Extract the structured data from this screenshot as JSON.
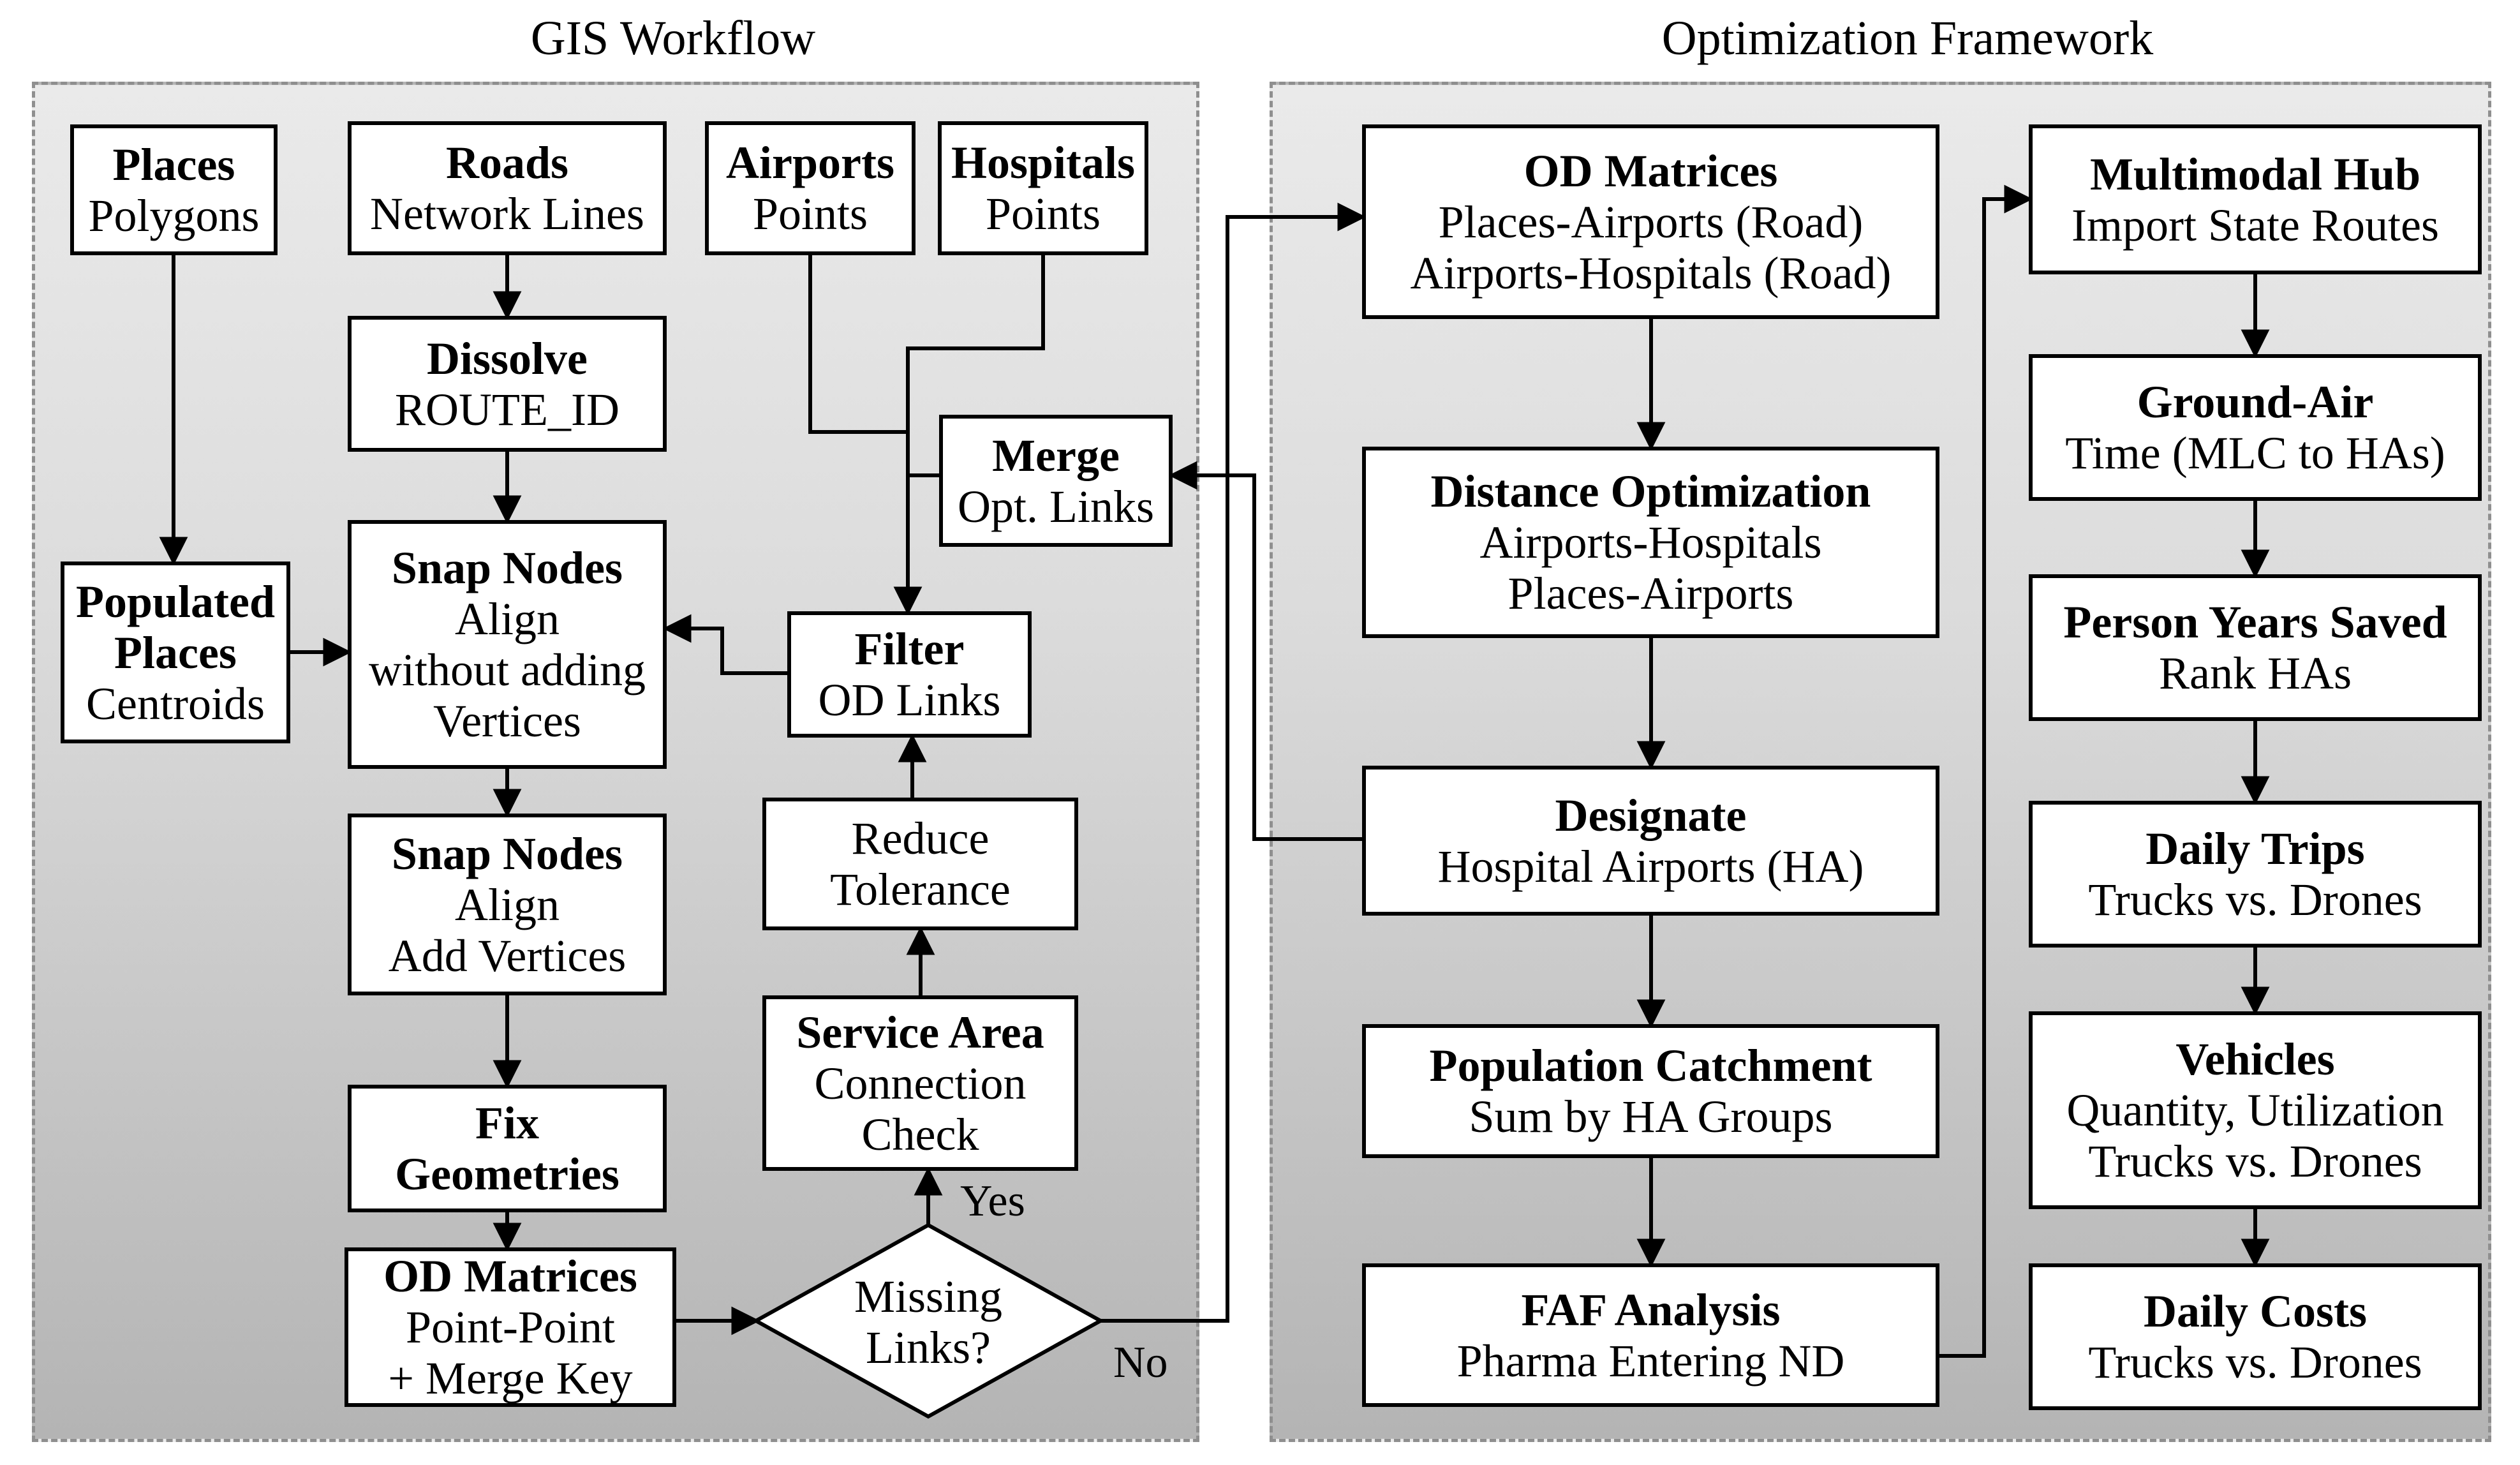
{
  "colors": {
    "line": "#000000",
    "box_border": "#000000",
    "box_bg": "#ffffff",
    "panel_border": "#8f8f8f",
    "panel_bg_top": "#eaeaea",
    "panel_bg_bottom": "#b4b4b4",
    "text": "#000000"
  },
  "panels": {
    "gis": {
      "title": "GIS Workflow",
      "labels": {
        "yes": "Yes",
        "no": "No"
      },
      "nodes": {
        "places": {
          "title": "Places",
          "lines": [
            "Polygons"
          ]
        },
        "roads": {
          "title": "Roads",
          "lines": [
            "Network Lines"
          ]
        },
        "airports": {
          "title": "Airports",
          "lines": [
            "Points"
          ]
        },
        "hospitals": {
          "title": "Hospitals",
          "lines": [
            "Points"
          ]
        },
        "dissolve": {
          "title": "Dissolve",
          "lines": [
            "ROUTE_ID"
          ]
        },
        "merge": {
          "title": "Merge",
          "lines": [
            "Opt. Links"
          ]
        },
        "populated_places": {
          "bold_lines": [
            "Populated",
            "Places"
          ],
          "lines": [
            "Centroids"
          ]
        },
        "snap_nodes_1": {
          "title": "Snap Nodes",
          "lines": [
            "Align",
            "without adding",
            "Vertices"
          ]
        },
        "filter": {
          "title": "Filter",
          "lines": [
            "OD Links"
          ]
        },
        "snap_nodes_2": {
          "title": "Snap Nodes",
          "lines": [
            "Align",
            "Add Vertices"
          ]
        },
        "reduce_tolerance": {
          "lines": [
            "Reduce",
            "Tolerance"
          ]
        },
        "fix_geometries": {
          "bold_lines": [
            "Fix",
            "Geometries"
          ],
          "lines": []
        },
        "service_area": {
          "title": "Service Area",
          "lines": [
            "Connection",
            "Check"
          ]
        },
        "od_matrices": {
          "title": "OD Matrices",
          "lines": [
            "Point-Point",
            "+ Merge Key"
          ]
        },
        "missing_links": {
          "lines": [
            "Missing",
            "Links?"
          ]
        }
      }
    },
    "opt": {
      "title": "Optimization Framework",
      "nodes": {
        "od_matrices": {
          "title": "OD Matrices",
          "lines": [
            "Places-Airports (Road)",
            "Airports-Hospitals (Road)"
          ]
        },
        "distance_optimization": {
          "title": "Distance Optimization",
          "lines": [
            "Airports-Hospitals",
            "Places-Airports"
          ]
        },
        "designate": {
          "title": "Designate",
          "lines": [
            "Hospital Airports (HA)"
          ]
        },
        "population_catchment": {
          "title": "Population Catchment",
          "lines": [
            "Sum by HA Groups"
          ]
        },
        "faf_analysis": {
          "title": "FAF Analysis",
          "lines": [
            "Pharma Entering ND"
          ]
        },
        "multimodal_hub": {
          "title": "Multimodal Hub",
          "lines": [
            "Import State Routes"
          ]
        },
        "ground_air": {
          "title": "Ground-Air",
          "lines": [
            "Time (MLC to HAs)"
          ]
        },
        "person_years_saved": {
          "title": "Person Years Saved",
          "lines": [
            "Rank HAs"
          ]
        },
        "daily_trips": {
          "title": "Daily Trips",
          "lines": [
            "Trucks vs. Drones"
          ]
        },
        "vehicles": {
          "title": "Vehicles",
          "lines": [
            "Quantity, Utilization",
            "Trucks vs. Drones"
          ]
        },
        "daily_costs": {
          "title": "Daily Costs",
          "lines": [
            "Trucks vs. Drones"
          ]
        }
      }
    }
  }
}
